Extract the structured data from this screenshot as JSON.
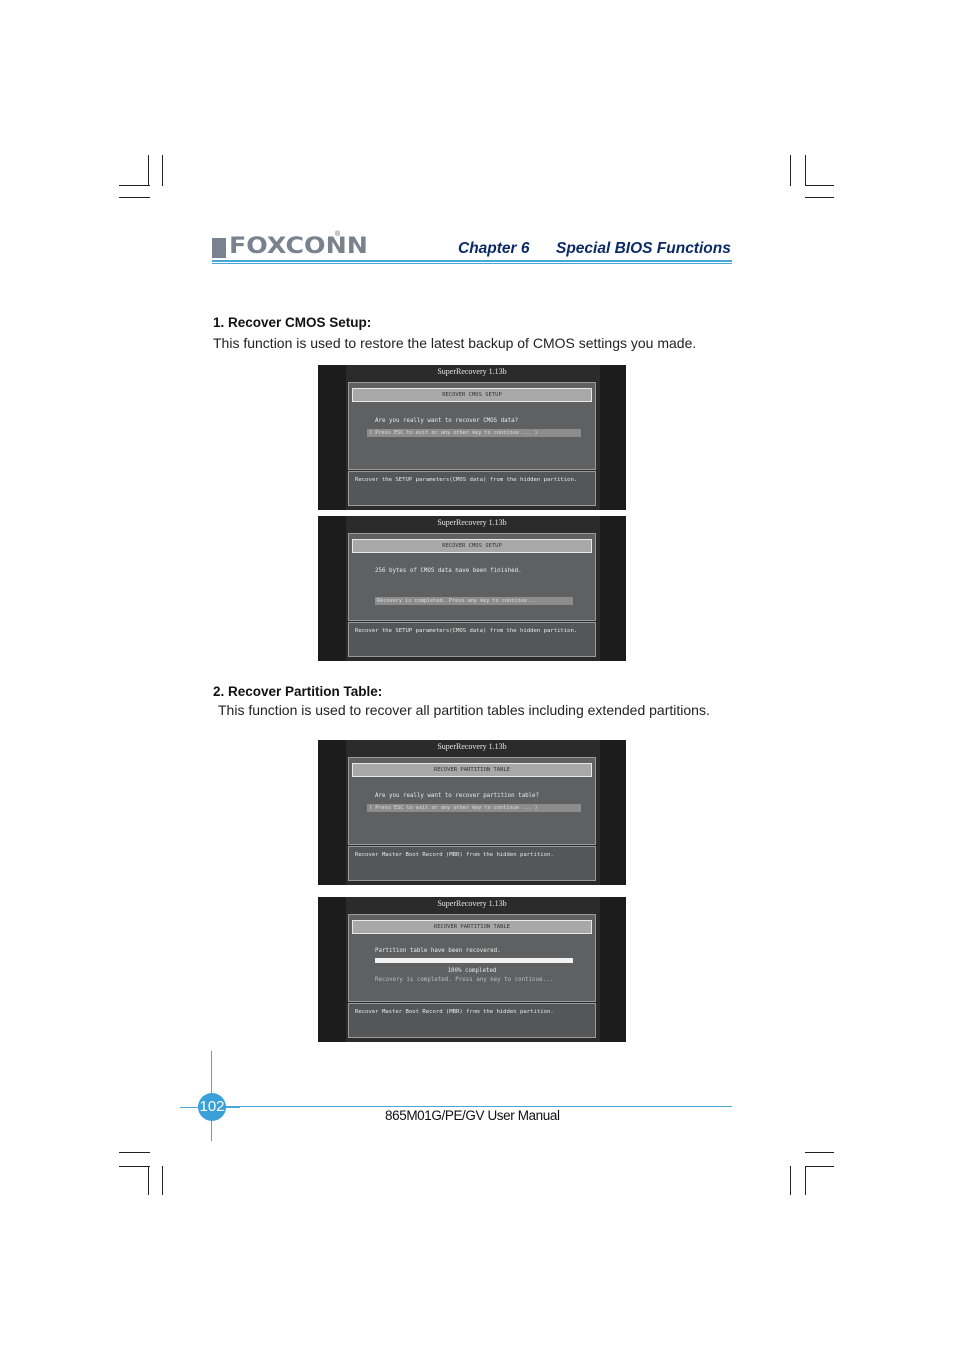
{
  "header": {
    "logo_text": "FOXCONN",
    "logo_reg": "®",
    "chapter": "Chapter 6",
    "chapter_title": "Special BIOS Functions"
  },
  "section1": {
    "heading": "1.   Recover CMOS Setup:",
    "description": "This function is used to restore the latest backup of CMOS settings you made."
  },
  "section2": {
    "heading": "2.   Recover Partition Table:",
    "description": "This function is used to recover all partition tables including extended partitions."
  },
  "screens": [
    {
      "title": "SuperRecovery 1.13b",
      "dialog_header": "RECOVER CMOS SETUP",
      "message": "Are you really want to recover CMOS data?",
      "prompt": "( Press ESC to exit or any other key to continue ... )",
      "help": "Recover the SETUP parameters(CMOS data) from the hidden partition."
    },
    {
      "title": "SuperRecovery 1.13b",
      "dialog_header": "RECOVER CMOS SETUP",
      "message": "256 bytes of CMOS data have been finished.",
      "prompt": "Recovery is completed. Press any key to continue...",
      "help": "Recover the SETUP parameters(CMOS data) from the hidden partition."
    },
    {
      "title": "SuperRecovery 1.13b",
      "dialog_header": "RECOVER PARTITION TABLE",
      "message": "Are you really want to recover partition table?",
      "prompt": "( Press ESC to exit or any other key to continue ... )",
      "help": "Recover Master Boot Record (MBR) from the hidden partition."
    },
    {
      "title": "SuperRecovery 1.13b",
      "dialog_header": "RECOVER PARTITION TABLE",
      "message": "Partition table have been recovered.",
      "progress_label": "100% completed",
      "progress_percent": 100,
      "prompt": "Recovery is completed. Press any key to continue...",
      "help": "Recover Master Boot Record (MBR) from the hidden partition."
    }
  ],
  "footer": {
    "page_number": "102",
    "manual_title": "865M01G/PE/GV User Manual"
  }
}
